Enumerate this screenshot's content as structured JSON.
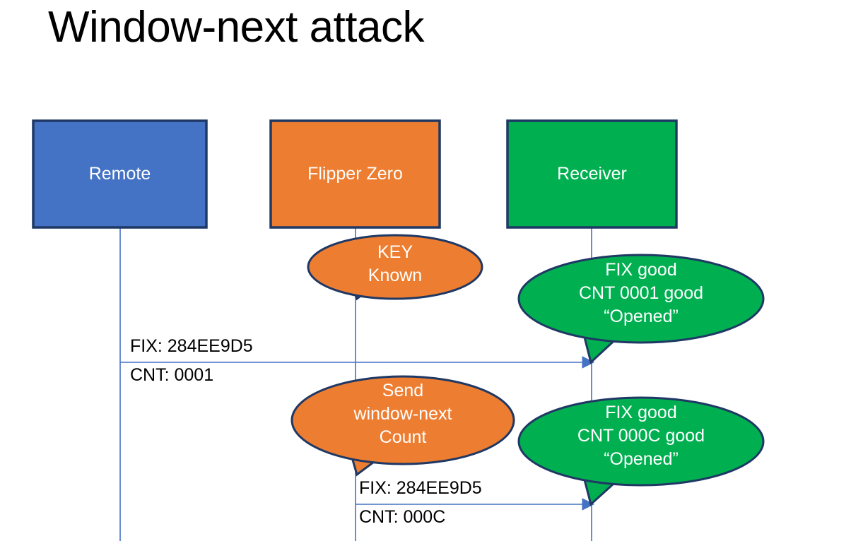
{
  "slide": {
    "title": "Window-next attack",
    "background": "#ffffff"
  },
  "colors": {
    "remote_fill": "#4472C4",
    "flipper_fill": "#ED7D31",
    "receiver_fill": "#00B050",
    "outline": "#1F3864",
    "lifeline": "#4472C4",
    "arrow": "#4472C4",
    "text_light": "#FFFFFF",
    "text_dark": "#000000"
  },
  "actors": [
    {
      "id": "remote",
      "label": "Remote",
      "fill": "#4472C4"
    },
    {
      "id": "flipper",
      "label": "Flipper Zero",
      "fill": "#ED7D31"
    },
    {
      "id": "receiver",
      "label": "Receiver",
      "fill": "#00B050"
    }
  ],
  "callouts": [
    {
      "id": "key-known",
      "owner": "flipper",
      "fill": "#ED7D31",
      "lines": [
        "KEY",
        "Known"
      ],
      "text": "KEY\nKnown"
    },
    {
      "id": "receiver-verdict-1",
      "owner": "receiver",
      "fill": "#00B050",
      "lines": [
        "FIX good",
        "CNT 0001 good",
        "“Opened”"
      ],
      "text": "FIX good\nCNT 0001 good\n“Opened”"
    },
    {
      "id": "send-window-next",
      "owner": "flipper",
      "fill": "#ED7D31",
      "lines": [
        "Send",
        "window-next",
        "Count"
      ],
      "text": "Send\nwindow-next\nCount"
    },
    {
      "id": "receiver-verdict-2",
      "owner": "receiver",
      "fill": "#00B050",
      "lines": [
        "FIX good",
        "CNT 000C good",
        "“Opened”"
      ],
      "text": "FIX good\nCNT 000C good\n“Opened”"
    }
  ],
  "messages": [
    {
      "id": "msg-remote-to-receiver",
      "from": "remote",
      "to": "receiver",
      "fix_line": "FIX: 284EE9D5",
      "cnt_line": "CNT: 0001"
    },
    {
      "id": "msg-flipper-to-receiver",
      "from": "flipper",
      "to": "receiver",
      "fix_line": "FIX: 284EE9D5",
      "cnt_line": "CNT: 000C"
    }
  ]
}
